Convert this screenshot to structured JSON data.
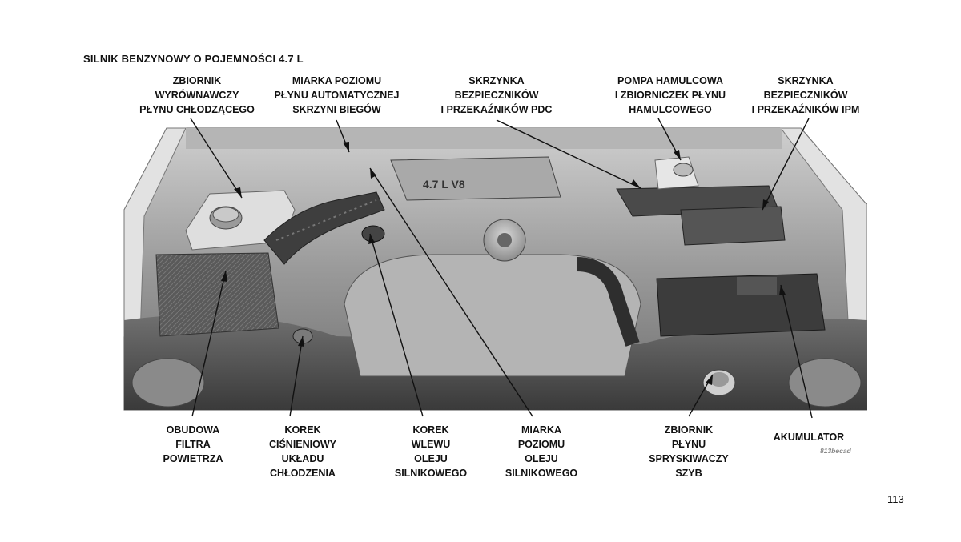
{
  "title": "SILNIK BENZYNOWY O POJEMNOŚCI 4.7 L",
  "labels_top": [
    {
      "id": "coolant-reservoir",
      "lines": [
        "ZBIORNIK",
        "WYRÓWNAWCZY",
        "PŁYNU CHŁODZĄCEGO"
      ]
    },
    {
      "id": "trans-dipstick",
      "lines": [
        "MIARKA POZIOMU",
        "PŁYNU AUTOMATYCZNEJ",
        "SKRZYNI BIEGÓW"
      ]
    },
    {
      "id": "pdc-box",
      "lines": [
        "SKRZYNKA",
        "BEZPIECZNIKÓW",
        "I PRZEKAŹNIKÓW PDC"
      ]
    },
    {
      "id": "brake-pump",
      "lines": [
        "POMPA HAMULCOWA",
        "I ZBIORNICZEK PŁYNU",
        "HAMULCOWEGO"
      ]
    },
    {
      "id": "ipm-box",
      "lines": [
        "SKRZYNKA",
        "BEZPIECZNIKÓW",
        "I PRZEKAŹNIKÓW IPM"
      ]
    }
  ],
  "labels_bottom": [
    {
      "id": "air-filter",
      "lines": [
        "OBUDOWA",
        "FILTRA",
        "POWIETRZA"
      ]
    },
    {
      "id": "pressure-cap",
      "lines": [
        "KOREK",
        "CIŚNIENIOWY",
        "UKŁADU",
        "CHŁODZENIA"
      ]
    },
    {
      "id": "oil-fill-cap",
      "lines": [
        "KOREK",
        "WLEWU",
        "OLEJU",
        "SILNIKOWEGO"
      ]
    },
    {
      "id": "oil-dipstick",
      "lines": [
        "MIARKA",
        "POZIOMU",
        "OLEJU",
        "SILNIKOWEGO"
      ]
    },
    {
      "id": "washer-reservoir",
      "lines": [
        "ZBIORNIK",
        "PŁYNU",
        "SPRYSKIWACZY",
        "SZYB"
      ]
    },
    {
      "id": "battery",
      "lines": [
        "AKUMULATOR"
      ]
    }
  ],
  "image_code": "813becad",
  "engine_badge": "4.7 L V8",
  "page_number": "113"
}
